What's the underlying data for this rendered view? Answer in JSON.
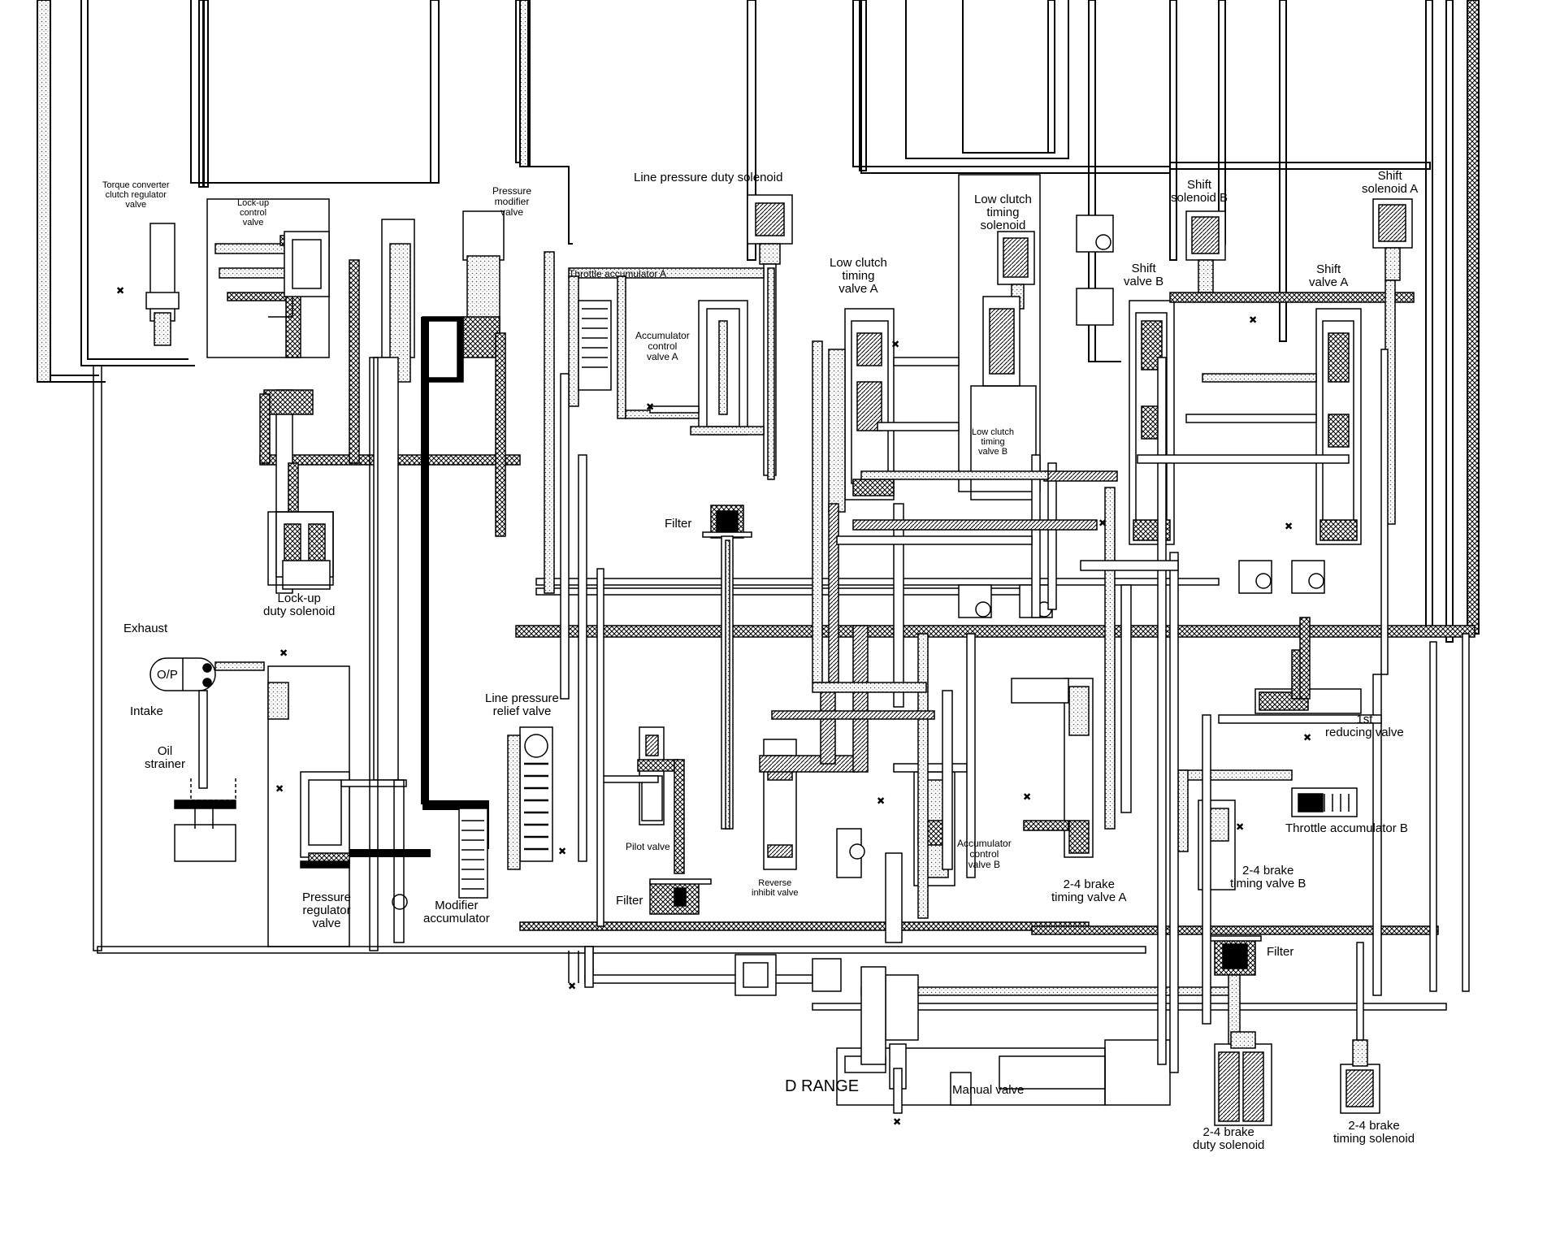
{
  "range_title": "D RANGE",
  "labels": {
    "torque_converter_clutch_regulator_valve": [
      "Torque converter",
      "clutch regulator",
      "valve"
    ],
    "lockup_control_valve": [
      "Lock-up",
      "control",
      "valve"
    ],
    "pressure_modifier_valve": [
      "Pressure",
      "modifier",
      "valve"
    ],
    "line_pressure_duty_solenoid": [
      "Line pressure duty solenoid"
    ],
    "throttle_accumulator_a": [
      "Throttle accumulator A"
    ],
    "accumulator_control_valve_a": [
      "Accumulator",
      "control",
      "valve A"
    ],
    "low_clutch_timing_valve_a": [
      "Low clutch",
      "timing",
      "valve A"
    ],
    "low_clutch_timing_solenoid": [
      "Low clutch",
      "timing",
      "solenoid"
    ],
    "low_clutch_timing_valve_b": [
      "Low clutch",
      "timing",
      "valve B"
    ],
    "shift_solenoid_b": [
      "Shift",
      "solenoid B"
    ],
    "shift_valve_b": [
      "Shift",
      "valve B"
    ],
    "shift_solenoid_a": [
      "Shift",
      "solenoid A"
    ],
    "shift_valve_a": [
      "Shift",
      "valve A"
    ],
    "filter_top": [
      "Filter"
    ],
    "lockup_duty_solenoid": [
      "Lock-up",
      "duty solenoid"
    ],
    "exhaust": [
      "Exhaust"
    ],
    "op": [
      "O/P"
    ],
    "intake": [
      "Intake"
    ],
    "oil_strainer": [
      "Oil",
      "strainer"
    ],
    "line_pressure_relief_valve": [
      "Line pressure",
      "relief valve"
    ],
    "pilot_valve": [
      "Pilot valve"
    ],
    "filter_mid": [
      "Filter"
    ],
    "pressure_regulator_valve": [
      "Pressure",
      "regulator",
      "valve"
    ],
    "modifier_accumulator": [
      "Modifier",
      "accumulator"
    ],
    "reverse_inhibit_valve": [
      "Reverse",
      "inhibit valve"
    ],
    "accumulator_control_valve_b": [
      "Accumulator",
      "control",
      "valve B"
    ],
    "brake_24_timing_valve_a": [
      "2-4 brake",
      "timing valve A"
    ],
    "first_reducing_valve": [
      "1st",
      "reducing valve"
    ],
    "throttle_accumulator_b": [
      "Throttle accumulator B"
    ],
    "brake_24_timing_valve_b": [
      "2-4 brake",
      "timing valve B"
    ],
    "filter_right": [
      "Filter"
    ],
    "manual_valve": [
      "Manual valve"
    ],
    "brake_24_duty_solenoid": [
      "2-4 brake",
      "duty solenoid"
    ],
    "brake_24_timing_solenoid": [
      "2-4 brake",
      "timing solenoid"
    ]
  }
}
